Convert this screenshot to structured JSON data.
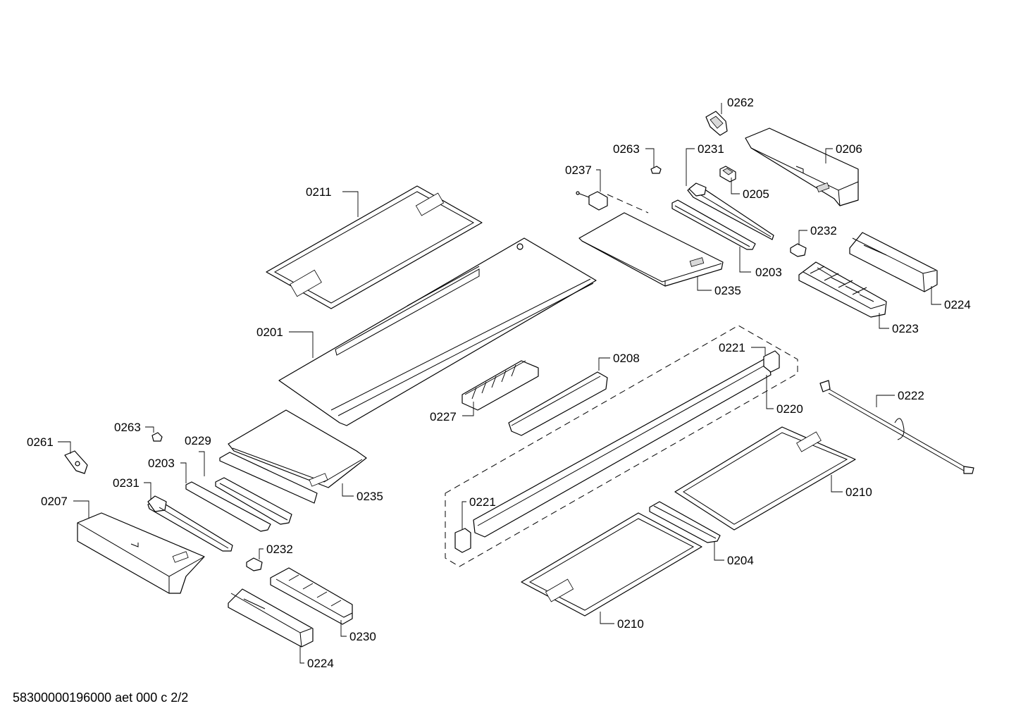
{
  "footer": {
    "document_id": "58300000196000 aet 000 c 2/2"
  },
  "part_labels": [
    {
      "id": "p0262",
      "text": "0262"
    },
    {
      "id": "p0263a",
      "text": "0263"
    },
    {
      "id": "p0231a",
      "text": "0231"
    },
    {
      "id": "p0206",
      "text": "0206"
    },
    {
      "id": "p0237",
      "text": "0237"
    },
    {
      "id": "p0205",
      "text": "0205"
    },
    {
      "id": "p0211",
      "text": "0211"
    },
    {
      "id": "p0232a",
      "text": "0232"
    },
    {
      "id": "p0203a",
      "text": "0203"
    },
    {
      "id": "p0235a",
      "text": "0235"
    },
    {
      "id": "p0224a",
      "text": "0224"
    },
    {
      "id": "p0223",
      "text": "0223"
    },
    {
      "id": "p0201",
      "text": "0201"
    },
    {
      "id": "p0221a",
      "text": "0221"
    },
    {
      "id": "p0208",
      "text": "0208"
    },
    {
      "id": "p0222",
      "text": "0222"
    },
    {
      "id": "p0227",
      "text": "0227"
    },
    {
      "id": "p0220",
      "text": "0220"
    },
    {
      "id": "p0263b",
      "text": "0263"
    },
    {
      "id": "p0261",
      "text": "0261"
    },
    {
      "id": "p0229",
      "text": "0229"
    },
    {
      "id": "p0203b",
      "text": "0203"
    },
    {
      "id": "p0231b",
      "text": "0231"
    },
    {
      "id": "p0235b",
      "text": "0235"
    },
    {
      "id": "p0210a",
      "text": "0210"
    },
    {
      "id": "p0207",
      "text": "0207"
    },
    {
      "id": "p0221b",
      "text": "0221"
    },
    {
      "id": "p0232b",
      "text": "0232"
    },
    {
      "id": "p0204",
      "text": "0204"
    },
    {
      "id": "p0230",
      "text": "0230"
    },
    {
      "id": "p0210b",
      "text": "0210"
    },
    {
      "id": "p0224b",
      "text": "0224"
    }
  ]
}
